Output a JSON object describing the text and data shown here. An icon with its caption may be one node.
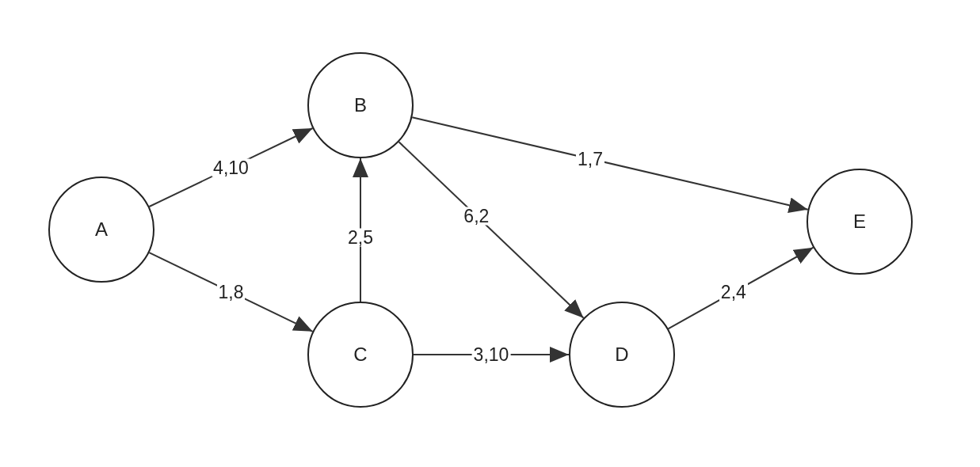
{
  "diagram": {
    "nodes": [
      {
        "text": [
          "A"
        ]
      },
      {
        "text": [
          "B"
        ]
      },
      {
        "text": [
          "C"
        ]
      },
      {
        "text": [
          "D"
        ]
      },
      {
        "text": [
          "E"
        ]
      }
    ],
    "edges": [
      {
        "from": 0,
        "to": 1,
        "arrow": "to",
        "label": "4,10"
      },
      {
        "from": 0,
        "to": 2,
        "arrow": "to",
        "label": "1,8"
      },
      {
        "from": 2,
        "to": 1,
        "arrow": "to",
        "label": "2,5"
      },
      {
        "from": 1,
        "to": 4,
        "arrow": "to",
        "label": "1,7"
      },
      {
        "from": 1,
        "to": 3,
        "arrow": "to",
        "label": "6,2"
      },
      {
        "from": 2,
        "to": 3,
        "arrow": "to",
        "label": "3,10"
      },
      {
        "from": 3,
        "to": 4,
        "arrow": "to",
        "label": "2,4"
      }
    ]
  }
}
